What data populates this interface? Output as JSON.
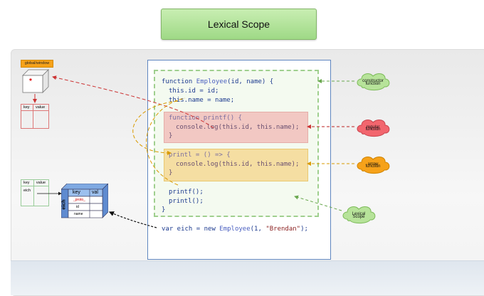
{
  "title": "Lexical Scope",
  "global_label": "global/window",
  "star": "*",
  "table_headers": {
    "key": "key",
    "value": "value"
  },
  "eich_label": "eich",
  "object": {
    "side": "eich",
    "key": "key",
    "val": "val",
    "rows": [
      "_proto_",
      "id",
      "name"
    ]
  },
  "code": {
    "l1_kw": "function ",
    "l1_fn": "Employee",
    "l1_rest": "(id, name) {",
    "l2": "this.id = id;",
    "l3": "this.name = name;",
    "l4_kw": "function ",
    "l4_fn": "printf",
    "l4_rest": "() {",
    "l5": "console.log(this.id, this.name);",
    "l6": "}",
    "l7_a": "printl",
    "l7_b": " = () => {",
    "l8": "console.log(this.id, this.name);",
    "l9": "}",
    "l10": "printf();",
    "l11": "printl();",
    "l12": "}",
    "l13_a": "var eich = new ",
    "l13_fn": "Employee",
    "l13_b": "(1, ",
    "l13_str": "\"Brendan\"",
    "l13_c": ");"
  },
  "clouds": {
    "constructor": [
      "constructor",
      "function"
    ],
    "regular": [
      "regular",
      "function"
    ],
    "arrow": [
      "arrow",
      "function"
    ],
    "lexical": [
      "Lexical",
      "Scope"
    ]
  },
  "colors": {
    "title_green": "#9fd986",
    "panel_border": "#5f86c0",
    "regular_cloud": "#f2666e",
    "arrow_cloud": "#f6a21a",
    "constructor_cloud": "#b7e39a",
    "lexical_cloud": "#b7e39a"
  }
}
